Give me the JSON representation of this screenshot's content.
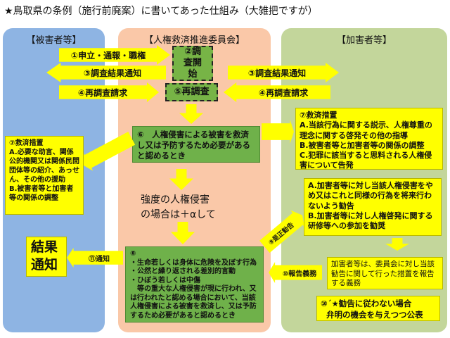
{
  "title": "★鳥取県の条例（施行前廃案）に書いてあった仕組み（大雑把ですが）",
  "panels": {
    "victim": "【被害者等】",
    "committee": "【人権救済推進委員会】",
    "offender": "【加害者等】"
  },
  "flow": {
    "s1": "①申立・通報・職権",
    "s2": "②調査開始",
    "s3_left": "③調査結果通知",
    "s3_right": "③調査結果通知",
    "s4_left": "④再調査請求",
    "s4_right": "④再調査請求",
    "s5": "⑤再調査",
    "s6": "⑥　人権侵害による被害を救済し又は予防するため必要があると認めるとき",
    "s7_victim": {
      "head": "⑦救済措置",
      "lines": [
        "A.必要な助言、関係公的機関又は関係民間団体等の紹介、あっせん、その他の援助",
        "B.被害者等と加害者等の関係の調整"
      ]
    },
    "s7_offender": {
      "head": "⑦救済措置",
      "lines": [
        "A.当該行為に関する説示、人権尊重の理念に関する啓発その他の指導",
        "B.被害者等と加害者等の関係の調整",
        "C.犯罪に該当すると思料される人権侵害について告発"
      ]
    },
    "severe_line1": "強度の人権侵害",
    "severe_line2": "の場合は＋αして",
    "s8": {
      "head": "⑧",
      "lines": [
        "・生命若しくは身体に危険を及ぼす行為",
        "・公然と繰り返される差別的言動",
        "・ひぼう若しくは中傷",
        "　等の重大な人権侵害が現に行われ、又は行われたと認める場合において、当該人権侵害による被害を救済し、又は予防するため必要があると認めるとき"
      ]
    },
    "s9": "⑨是正勧告",
    "s9_box": [
      "A.加害者等に対し当該人権侵害をやめ又はこれと同様の行為を将来行わないよう勧告",
      "B.加害者等に対し人権啓発に関する研修等への参加を勧奨"
    ],
    "report_duty": "加害者等は、委員会に対し当該勧告に関して行った措置を報告する義務",
    "s10": "⑩報告義務",
    "s10b_line1": "⑩´★勧告に従わない場合",
    "s10b_line2": "弁明の機会を与えつつ公表",
    "s11": "⑪通知",
    "result": "結果通知"
  }
}
